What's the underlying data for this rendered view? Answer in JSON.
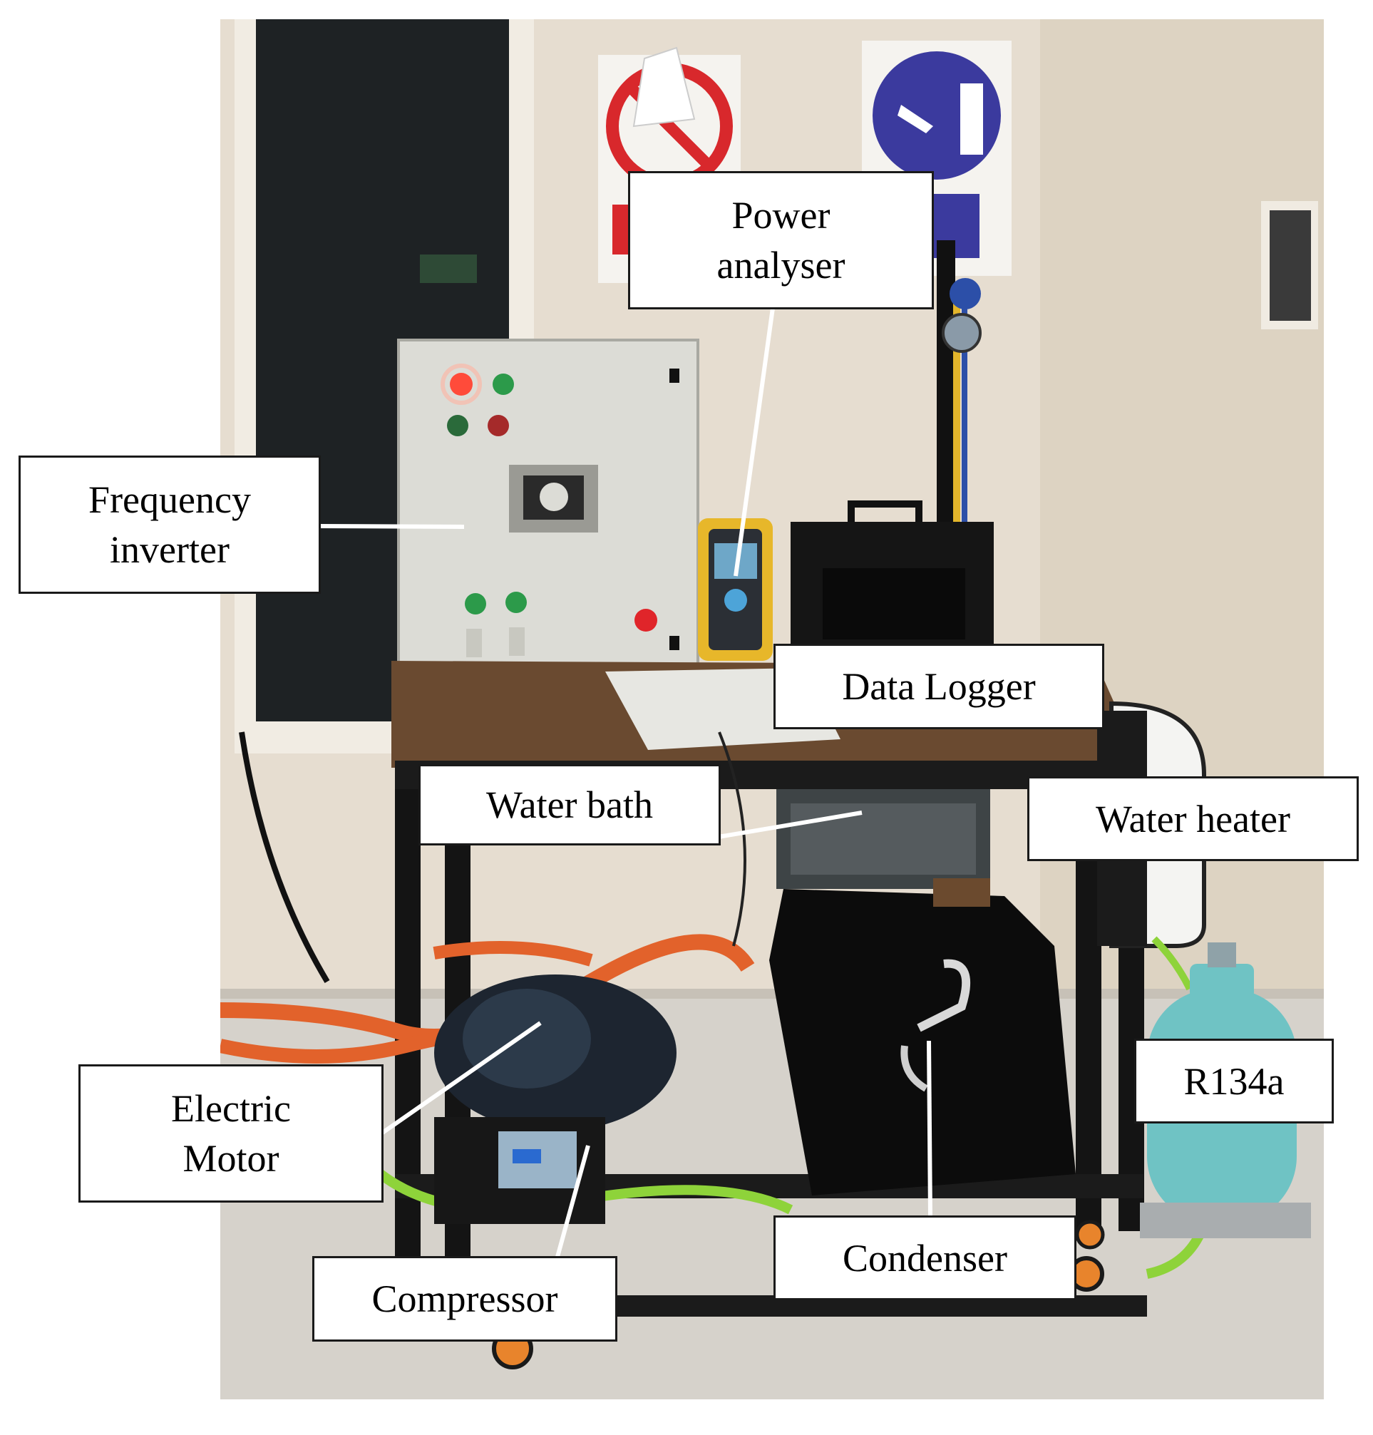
{
  "figure": {
    "description_colors": {
      "wall": "#e6ddd0",
      "door_glass": "#1e2224",
      "floor": "#d6d2cb",
      "bench_top": "#6a4a30",
      "frame": "#141414",
      "panel": "#dcdcd6",
      "orange_hose": "#e2622b",
      "green_hose": "#8ed33a",
      "cylinder": "#6fc3c4",
      "sign_blue": "#3b3a9e",
      "sign_red": "#d8282c"
    },
    "labels": {
      "power_analyser": [
        "Power",
        "analyser"
      ],
      "frequency_inverter": [
        "Frequency",
        "inverter"
      ],
      "data_logger": "Data Logger",
      "water_bath": "Water bath",
      "water_heater": "Water heater",
      "electric_motor": [
        "Electric",
        "Motor"
      ],
      "r134a": "R134a",
      "condenser": "Condenser",
      "compressor": "Compressor"
    }
  }
}
